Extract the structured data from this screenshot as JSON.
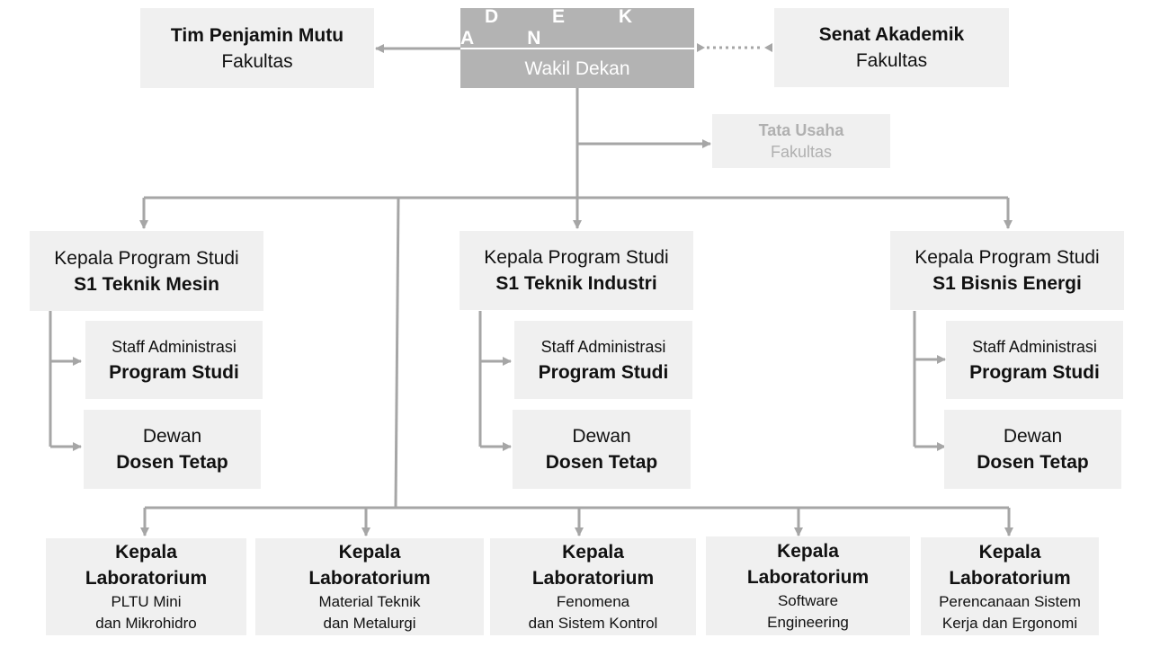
{
  "dekan": {
    "title": "D E K A N",
    "subtitle": "Wakil Dekan"
  },
  "tim_penjamin_mutu": {
    "line1": "Tim Penjamin Mutu",
    "line2": "Fakultas"
  },
  "senat_akademik": {
    "line1": "Senat Akademik",
    "line2": "Fakultas"
  },
  "tata_usaha": {
    "line1": "Tata Usaha",
    "line2": "Fakultas"
  },
  "programs": [
    {
      "head_line1": "Kepala Program Studi",
      "head_line2": "S1 Teknik Mesin",
      "staff_line1": "Staff Administrasi",
      "staff_line2": "Program Studi",
      "dosen_line1": "Dewan",
      "dosen_line2": "Dosen Tetap"
    },
    {
      "head_line1": "Kepala Program Studi",
      "head_line2": "S1 Teknik Industri",
      "staff_line1": "Staff Administrasi",
      "staff_line2": "Program Studi",
      "dosen_line1": "Dewan",
      "dosen_line2": "Dosen Tetap"
    },
    {
      "head_line1": "Kepala Program Studi",
      "head_line2": "S1 Bisnis Energi",
      "staff_line1": "Staff Administrasi",
      "staff_line2": "Program Studi",
      "dosen_line1": "Dewan",
      "dosen_line2": "Dosen Tetap"
    }
  ],
  "labs": [
    {
      "line1": "Kepala",
      "line2": "Laboratorium",
      "line3": "PLTU Mini",
      "line4": "dan Mikrohidro"
    },
    {
      "line1": "Kepala",
      "line2": "Laboratorium",
      "line3": "Material Teknik",
      "line4": "dan Metalurgi"
    },
    {
      "line1": "Kepala",
      "line2": "Laboratorium",
      "line3": "Fenomena",
      "line4": "dan Sistem Kontrol"
    },
    {
      "line1": "Kepala",
      "line2": "Laboratorium",
      "line3": "Software",
      "line4": "Engineering"
    },
    {
      "line1": "Kepala",
      "line2": "Laboratorium",
      "line3": "Perencanaan Sistem",
      "line4": "Kerja dan Ergonomi"
    }
  ],
  "colors": {
    "box": "#f0f0f0",
    "dekan": "#b3b3b3",
    "connector": "#a6a6a6",
    "tata_usaha_text": "#b0b0b0"
  }
}
